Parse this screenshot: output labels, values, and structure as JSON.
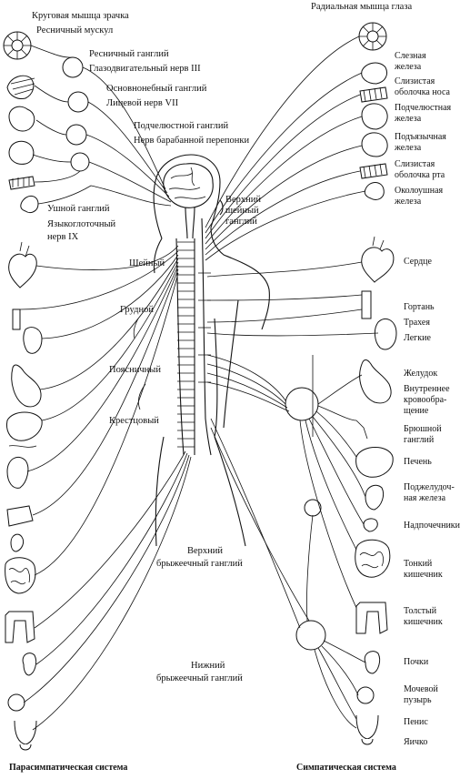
{
  "labels": {
    "pupil_sphincter": "Круговая мышца зрачка",
    "ciliary_muscle": "Ресничный мускул",
    "ciliary_ganglion": "Ресничный ганглий",
    "oculomotor": "Глазодвигательный нерв III",
    "pterygopalatine": "Основнонебный ганглий",
    "facial": "Лицевой нерв VII",
    "submandibular_ganglion": "Подчелюстной ганглий",
    "chorda_tympani": "Нерв барабанной перепонки",
    "otic_ganglion": "Ушной ганглий",
    "glossopharyngeal_1": "Языкоглоточный",
    "glossopharyngeal_2": "нерв IX",
    "cervical": "Шейный",
    "thoracic": "Грудной",
    "lumbar": "Поясничный",
    "sacral": "Крестцовый",
    "upper_cervical_1": "Верхний",
    "upper_cervical_2": "шейный",
    "upper_cervical_3": "ганглий",
    "radial_muscle": "Радиальная мышца глаза",
    "lacrimal_1": "Слезная",
    "lacrimal_2": "железа",
    "nasal_1": "Слизистая",
    "nasal_2": "оболочка носа",
    "submandibular_1": "Подчелюстная",
    "submandibular_2": "железа",
    "sublingual_1": "Подъязычная",
    "sublingual_2": "железа",
    "oral_1": "Слизистая",
    "oral_2": "оболочка рта",
    "parotid_1": "Околоушная",
    "parotid_2": "железа",
    "heart": "Сердце",
    "larynx": "Гортань",
    "trachea": "Трахея",
    "lungs": "Легкие",
    "stomach": "Желудок",
    "vessels_1": "Внутреннее",
    "vessels_2": "кровообра-",
    "vessels_3": "щение",
    "celiac_1": "Брюшной",
    "celiac_2": "ганглий",
    "liver": "Печень",
    "pancreas_1": "Поджелудоч-",
    "pancreas_2": "ная железа",
    "adrenal": "Надпочечники",
    "small_int_1": "Тонкий",
    "small_int_2": "кишечник",
    "large_int_1": "Толстый",
    "large_int_2": "кишечник",
    "upper_mesenteric_1": "Верхний",
    "upper_mesenteric_2": "брыжеечный ганглий",
    "lower_mesenteric_1": "Нижний",
    "lower_mesenteric_2": "брыжеечный ганглий",
    "kidneys": "Почки",
    "bladder_1": "Мочевой",
    "bladder_2": "пузырь",
    "penis": "Пенис",
    "testis": "Яичко"
  },
  "footer": {
    "left": "Парасимпатическая система",
    "right": "Симпатическая система"
  }
}
